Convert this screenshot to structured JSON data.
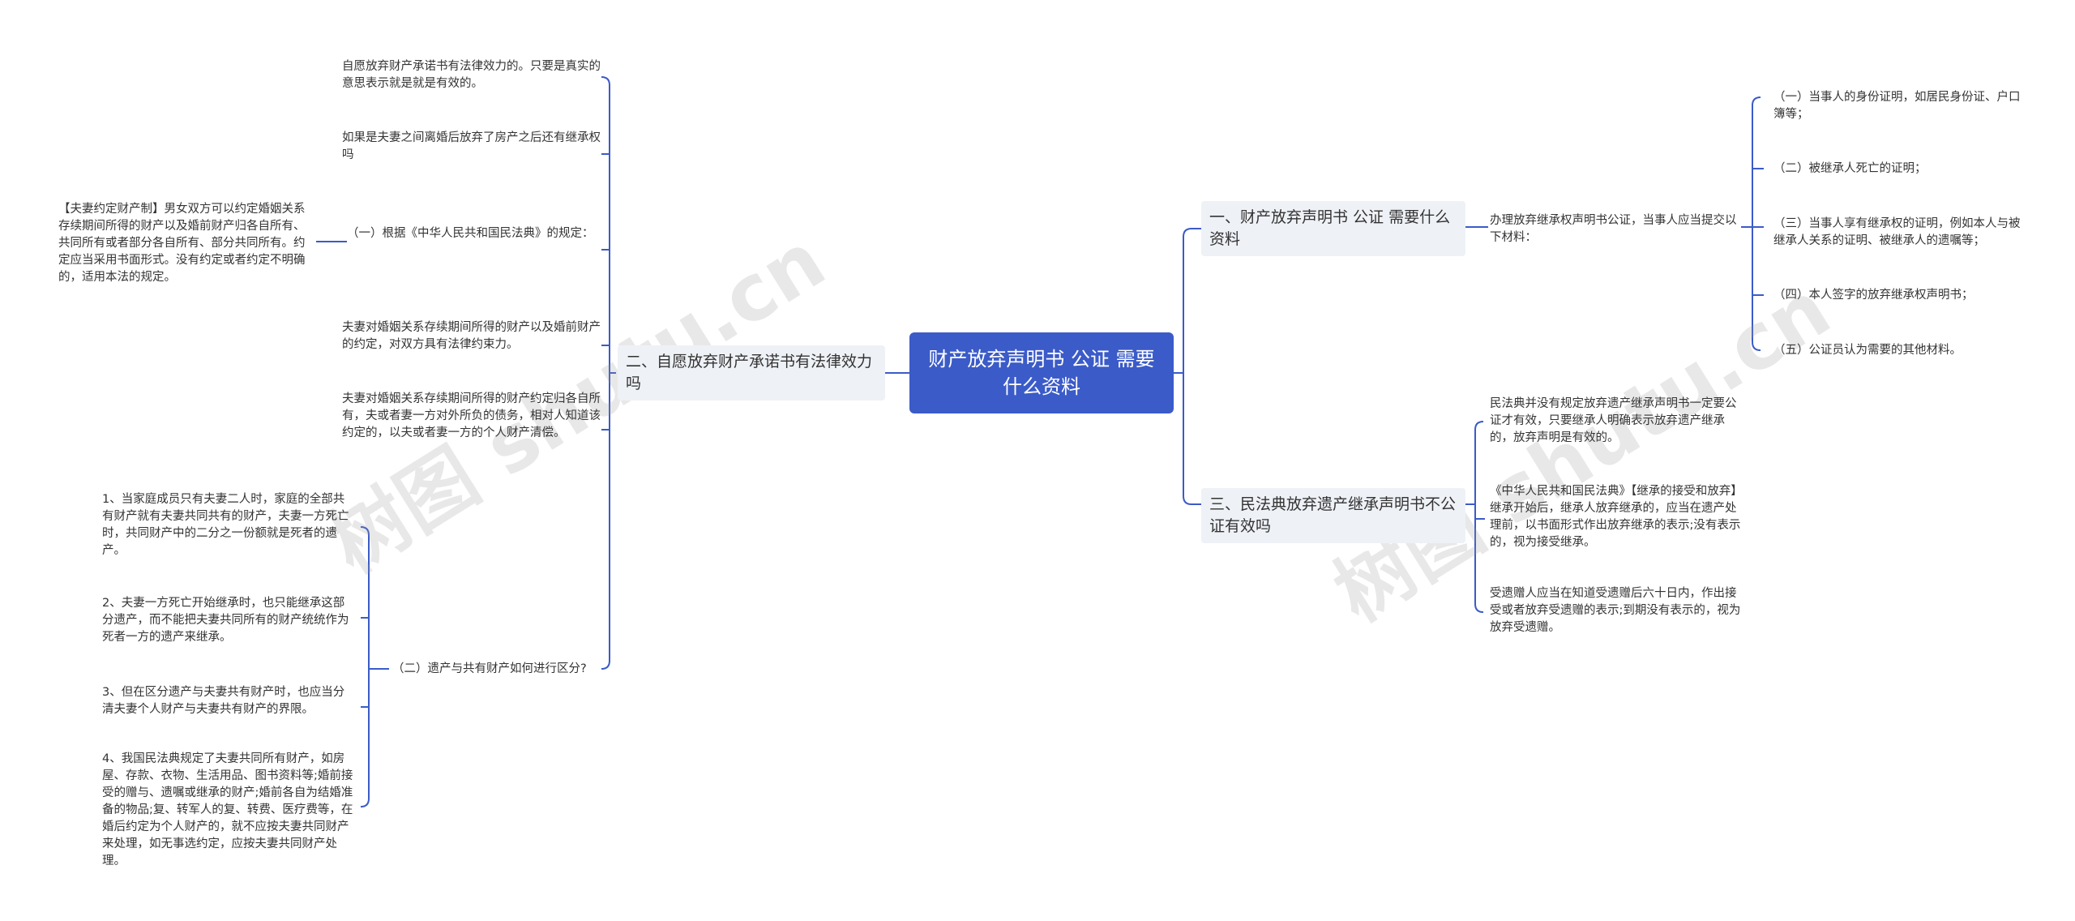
{
  "root": {
    "label": "财产放弃声明书 公证 需要什么资料"
  },
  "watermark": "树图 shutu.cn",
  "branches": {
    "b1": {
      "label": "一、财产放弃声明书 公证 需要什么资料",
      "intro": "办理放弃继承权声明书公证，当事人应当提交以下材料：",
      "items": [
        "（一）当事人的身份证明，如居民身份证、户口簿等；",
        "（二）被继承人死亡的证明；",
        "（三）当事人享有继承权的证明，例如本人与被继承人关系的证明、被继承人的遗嘱等；",
        "（四）本人签字的放弃继承权声明书；",
        "（五）公证员认为需要的其他材料。"
      ]
    },
    "b2": {
      "label": "二、自愿放弃财产承诺书有法律效力吗",
      "items": [
        "自愿放弃财产承诺书有法律效力的。只要是真实的意思表示就是就是有效的。",
        "如果是夫妻之间离婚后放弃了房产之后还有继承权吗",
        "（一）根据《中华人民共和国民法典》的规定：",
        "夫妻对婚姻关系存续期间所得的财产以及婚前财产的约定，对双方具有法律约束力。",
        "夫妻对婚姻关系存续期间所得的财产约定归各自所有，夫或者妻一方对外所负的债务，相对人知道该约定的，以夫或者妻一方的个人财产清偿。",
        "（二）遗产与共有财产如何进行区分?"
      ],
      "law": "【夫妻约定财产制】男女双方可以约定婚姻关系存续期间所得的财产以及婚前财产归各自所有、共同所有或者部分各自所有、部分共同所有。约定应当采用书面形式。没有约定或者约定不明确的，适用本法的规定。",
      "distinctions": [
        "1、当家庭成员只有夫妻二人时，家庭的全部共有财产就有夫妻共同共有的财产，夫妻一方死亡时，共同财产中的二分之一份额就是死者的遗产。",
        "2、夫妻一方死亡开始继承时，也只能继承这部分遗产，而不能把夫妻共同所有的财产统统作为死者一方的遗产来继承。",
        "3、但在区分遗产与夫妻共有财产时，也应当分清夫妻个人财产与夫妻共有财产的界限。",
        "4、我国民法典规定了夫妻共同所有财产，如房屋、存款、衣物、生活用品、图书资料等;婚前接受的赠与、遗嘱或继承的财产;婚前各自为结婚准备的物品;复、转军人的复、转费、医疗费等，在婚后约定为个人财产的，就不应按夫妻共同财产来处理，如无事选约定，应按夫妻共同财产处理。"
      ]
    },
    "b3": {
      "label": "三、民法典放弃遗产继承声明书不公证有效吗",
      "items": [
        "民法典并没有规定放弃遗产继承声明书一定要公证才有效，只要继承人明确表示放弃遗产继承的，放弃声明是有效的。",
        "《中华人民共和国民法典》【继承的接受和放弃】继承开始后，继承人放弃继承的，应当在遗产处理前，以书面形式作出放弃继承的表示;没有表示的，视为接受继承。",
        "受遗赠人应当在知道受遗赠后六十日内，作出接受或者放弃受遗赠的表示;到期没有表示的，视为放弃受遗赠。"
      ]
    }
  },
  "colors": {
    "root": "#3b5bc8",
    "branch": "#eef1f6",
    "line": "#3b5bc8"
  }
}
